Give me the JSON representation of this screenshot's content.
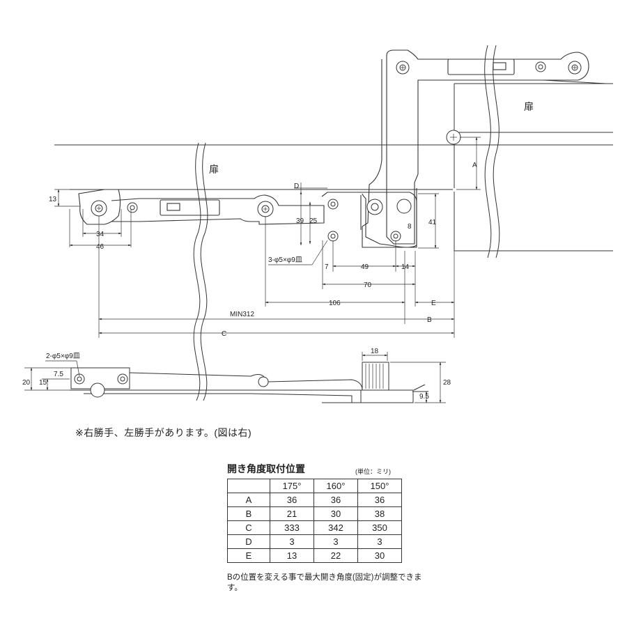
{
  "drawing": {
    "door_label_top": "扉",
    "door_label_left": "扉",
    "dims": {
      "d13": "13",
      "d34": "34",
      "d46": "46",
      "d39": "39",
      "d25": "25",
      "d41": "41",
      "d8": "8",
      "d7": "7",
      "d49": "49",
      "d14": "14",
      "d70": "70",
      "d106": "106",
      "min312": "MIN312",
      "A": "A",
      "B": "B",
      "C": "C",
      "D": "D",
      "E": "E",
      "d18": "18",
      "d28": "28",
      "d9_5": "9.5",
      "d20": "20",
      "d15": "15",
      "d7_5": "7.5"
    },
    "holes_top": "3-φ5×φ9皿",
    "holes_side": "2-φ5×φ9皿"
  },
  "note": "※右勝手、左勝手があります。(図は右)",
  "table": {
    "title": "開き角度取付位置",
    "unit": "(単位：ミリ)",
    "columns": [
      "175°",
      "160°",
      "150°"
    ],
    "rows": [
      {
        "label": "A",
        "values": [
          "36",
          "36",
          "36"
        ]
      },
      {
        "label": "B",
        "values": [
          "21",
          "30",
          "38"
        ]
      },
      {
        "label": "C",
        "values": [
          "333",
          "342",
          "350"
        ]
      },
      {
        "label": "D",
        "values": [
          "3",
          "3",
          "3"
        ]
      },
      {
        "label": "E",
        "values": [
          "13",
          "22",
          "30"
        ]
      }
    ]
  },
  "footnote": "Bの位置を変える事で最大開き角度(固定)が調整できます。"
}
